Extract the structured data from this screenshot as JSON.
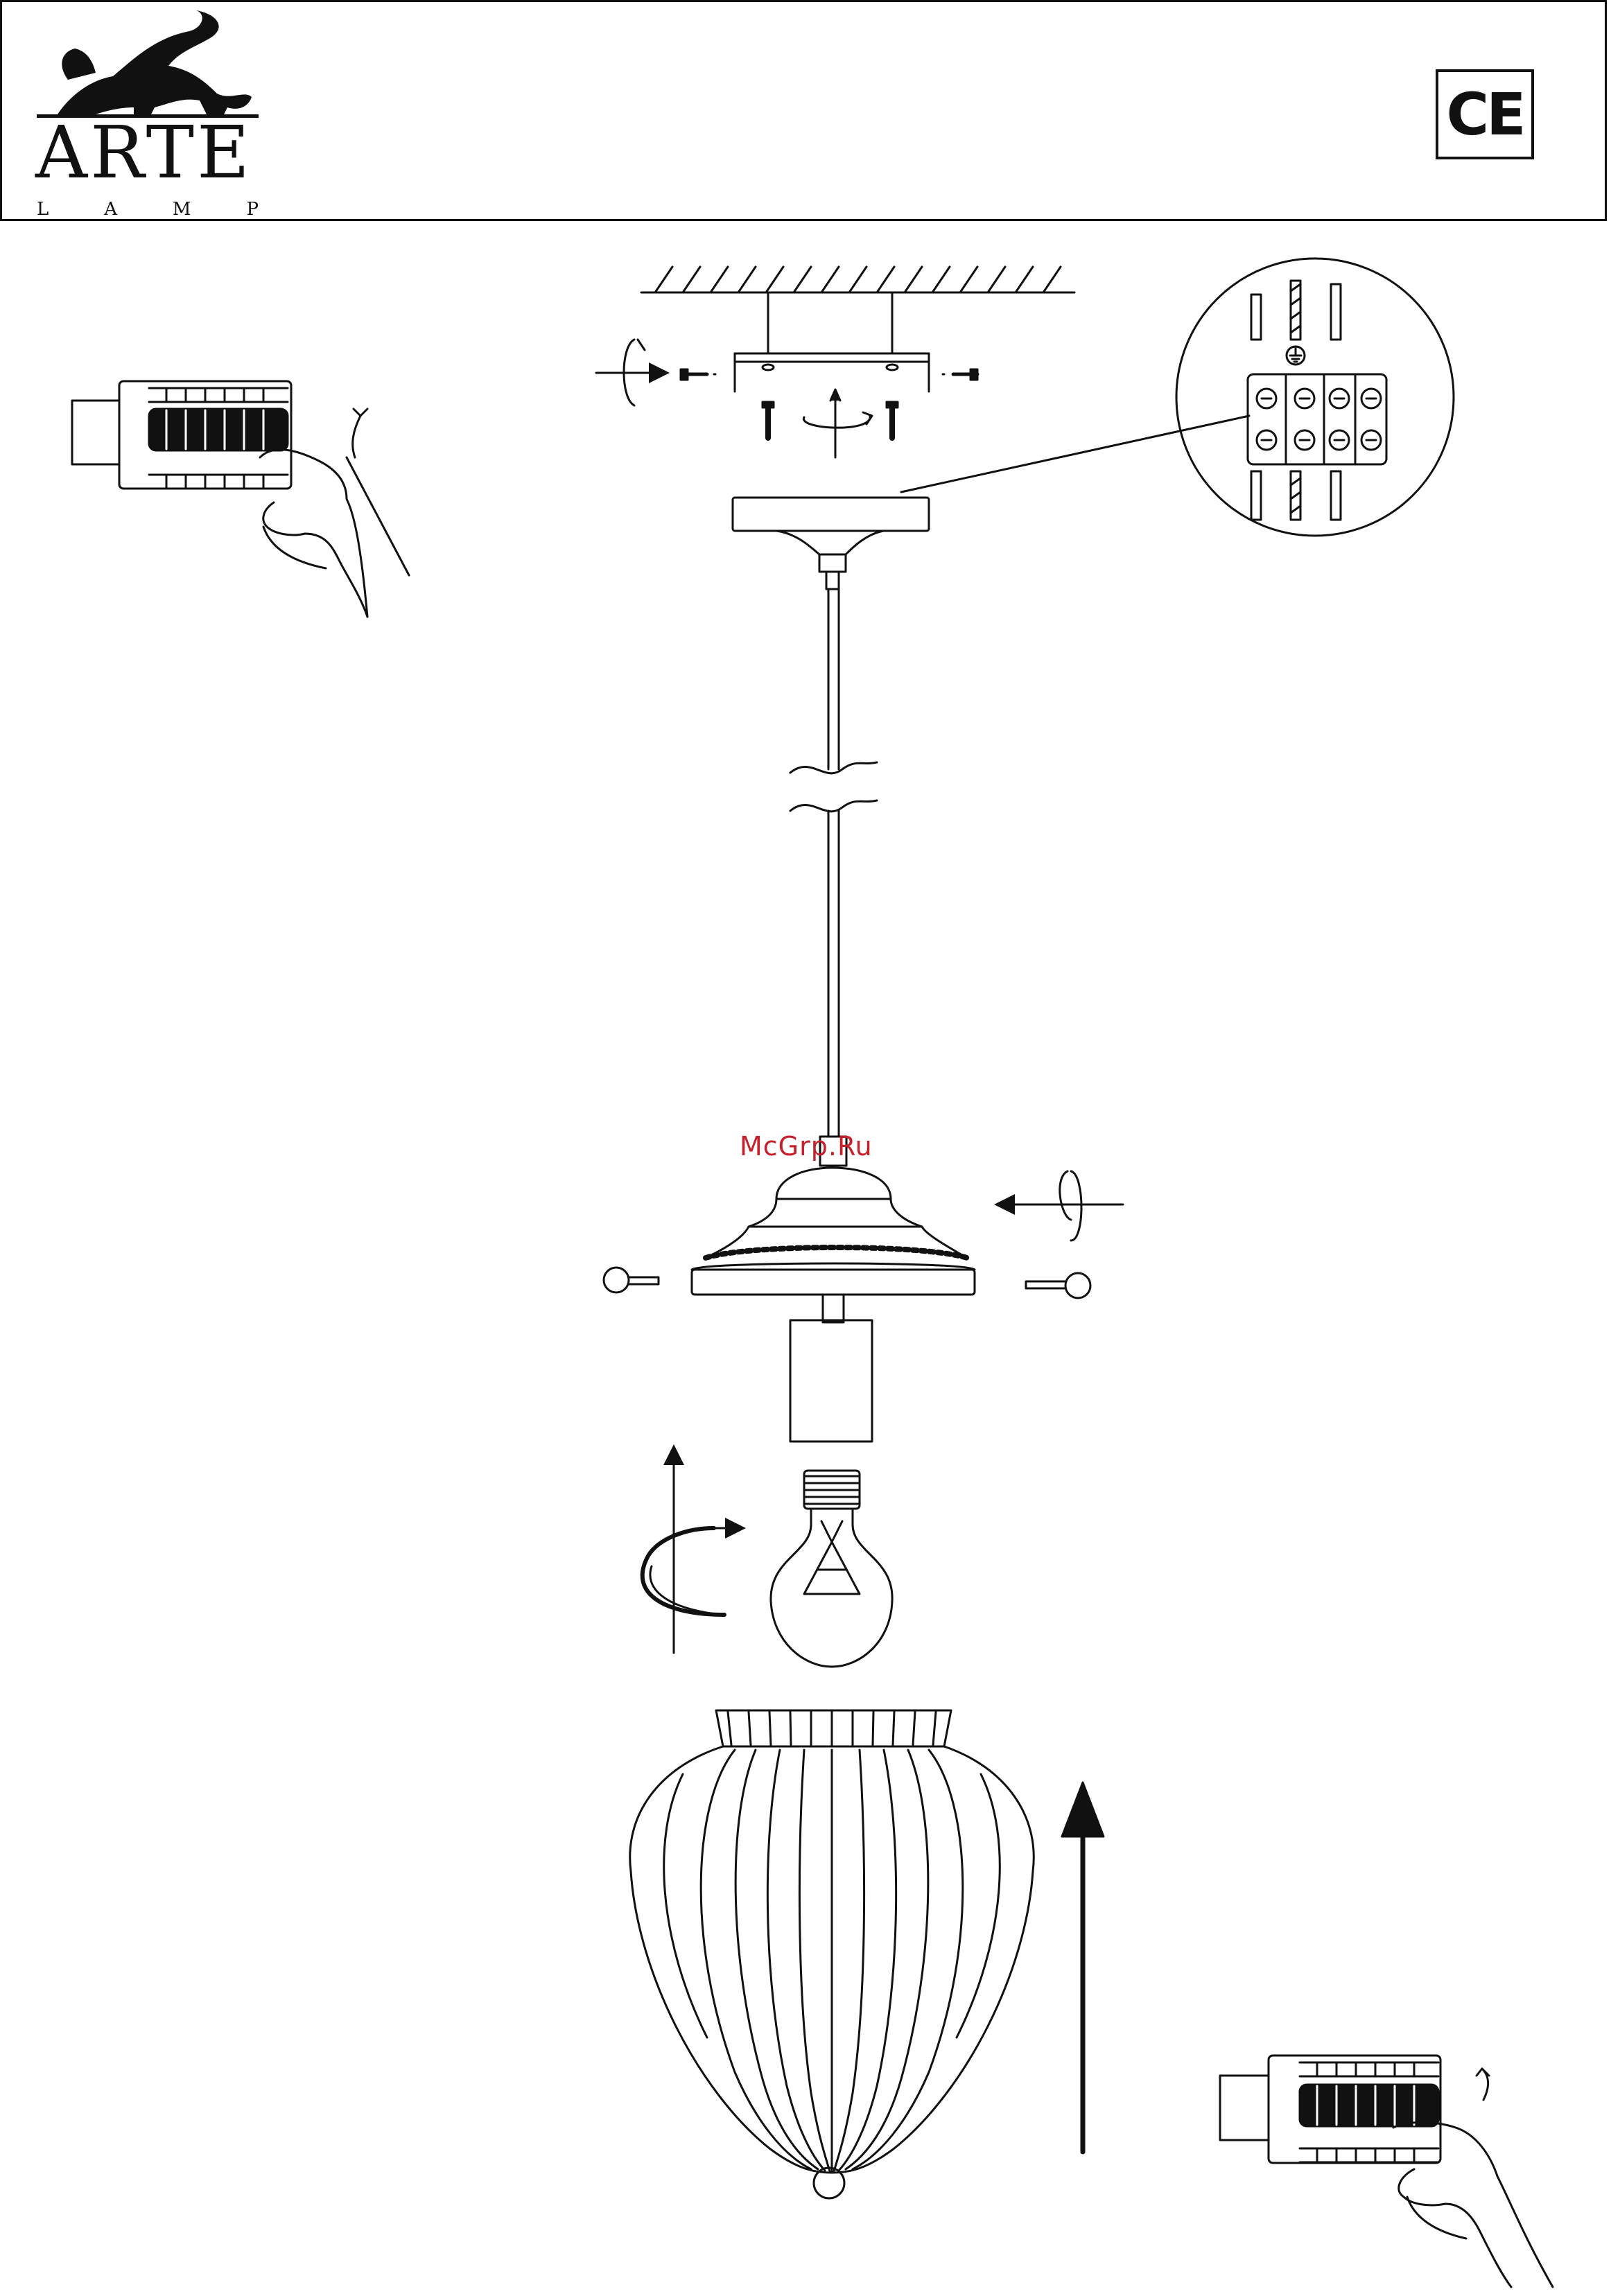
{
  "header": {
    "logo_word": "ARTE",
    "logo_sub": [
      "L",
      "A",
      "M",
      "P"
    ],
    "certification_mark": "CE"
  },
  "watermark": "McGrp.Ru",
  "icons": [
    "winged-lion-logo-icon",
    "ce-mark-icon",
    "power-off-switch-icon",
    "ceiling-hatch-icon",
    "mounting-bracket-icon",
    "screw-icon",
    "rotate-arrow-icon",
    "terminal-block-detail-icon",
    "ground-symbol-icon",
    "ceiling-canopy-icon",
    "cord-break-icon",
    "lamp-holder-icon",
    "light-bulb-icon",
    "glass-shade-icon",
    "up-arrow-icon",
    "power-on-switch-icon"
  ],
  "colors": {
    "line": "#111111",
    "watermark": "#c8202a"
  }
}
